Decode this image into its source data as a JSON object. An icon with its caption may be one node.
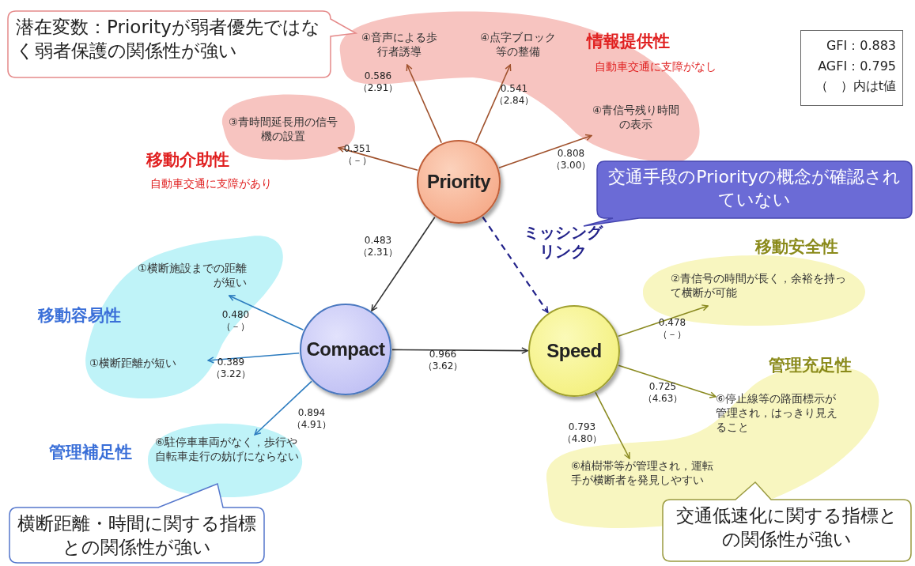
{
  "diagram": {
    "nodes": [
      {
        "text": [
          "潜在変数：Priorityが弱者優先ではなく弱者保護の関係性が強い"
        ]
      },
      {
        "text": [],
        "shape": "cloud",
        "beside": [
          "情報提供性",
          "自動車交通に支障がなし"
        ]
      },
      {
        "text": [
          "④音声による歩行者誘導"
        ],
        "in": 1
      },
      {
        "text": [
          "④点字ブロック等の整備"
        ],
        "in": 1
      },
      {
        "text": [
          "④青信号残り時間の表示"
        ],
        "in": 1
      },
      {
        "text": [
          "GFI：0.883",
          "AGFI：0.795",
          "（　）内はt値"
        ]
      },
      {
        "text": [],
        "shape": "cloud",
        "beside": [
          "移動介助性",
          "自動車交通に支障があり"
        ]
      },
      {
        "text": [
          "③青時間延長用の信号機の設置"
        ],
        "in": 6
      },
      {
        "text": [
          "Priority"
        ]
      },
      {
        "text": [
          "交通手段のPriorityの概念が確認されていない"
        ]
      },
      {
        "text": [],
        "shape": "cloud",
        "beside": [
          "移動容易性"
        ]
      },
      {
        "text": [
          "①横断施設までの距離が短い"
        ],
        "in": 10
      },
      {
        "text": [
          "①横断距離が短い"
        ],
        "in": 10
      },
      {
        "text": [
          "Compact"
        ]
      },
      {
        "text": [],
        "shape": "cloud",
        "beside": [
          "移動安全性"
        ]
      },
      {
        "text": [
          "②青信号の時間が長く，余裕を持って横断が可能"
        ],
        "in": 14
      },
      {
        "text": [
          "Speed"
        ]
      },
      {
        "text": [],
        "shape": "cloud",
        "beside": [
          "管理充足性"
        ]
      },
      {
        "text": [
          "⑥停止線等の路面標示が管理され，はっきり見えること"
        ],
        "in": 17
      },
      {
        "text": [
          "⑥植樹帯等が管理され，運転手が横断者を発見しやすい"
        ],
        "in": 17
      },
      {
        "text": [],
        "shape": "cloud",
        "beside": [
          "管理補足性"
        ]
      },
      {
        "text": [
          "⑥駐停車車両がなく，歩行や自転車走行の妨げにならない"
        ],
        "in": 20
      },
      {
        "text": [
          "横断距離・時間に関する指標との関係性が強い"
        ]
      },
      {
        "text": [
          "交通低速化に関する指標との関係性が強い"
        ]
      }
    ],
    "edges": [
      {
        "from": 8,
        "to": 2,
        "arrow": "to",
        "label": "0.586 （2.91）",
        "color": "#a0522d"
      },
      {
        "from": 8,
        "to": 3,
        "arrow": "to",
        "label": "0.541 （2.84）",
        "color": "#a0522d"
      },
      {
        "from": 8,
        "to": 4,
        "arrow": "to",
        "label": "0.808 （3.00）",
        "color": "#a0522d"
      },
      {
        "from": 8,
        "to": 7,
        "arrow": "to",
        "label": "0.351 （－）",
        "color": "#a0522d"
      },
      {
        "from": 8,
        "to": 13,
        "arrow": "to",
        "label": "0.483 （2.31）",
        "color": "#333333"
      },
      {
        "from": 8,
        "to": 16,
        "arrow": "to",
        "label": "ミッシングリンク",
        "style": "dashed",
        "color": "#22228a"
      },
      {
        "from": 13,
        "to": 11,
        "arrow": "to",
        "label": "0.480 （－）",
        "color": "#2b7bbf"
      },
      {
        "from": 13,
        "to": 12,
        "arrow": "to",
        "label": "0.389 （3.22）",
        "color": "#2b7bbf"
      },
      {
        "from": 13,
        "to": 21,
        "arrow": "to",
        "label": "0.894 （4.91）",
        "color": "#2b7bbf"
      },
      {
        "from": 13,
        "to": 16,
        "arrow": "to",
        "label": "0.966 （3.62）",
        "color": "#333333"
      },
      {
        "from": 16,
        "to": 15,
        "arrow": "to",
        "label": "0.478 （－）",
        "color": "#8a8a20"
      },
      {
        "from": 16,
        "to": 18,
        "arrow": "to",
        "label": "0.725 （4.63）",
        "color": "#8a8a20"
      },
      {
        "from": 16,
        "to": 19,
        "arrow": "to",
        "label": "0.793 （4.80）",
        "color": "#8a8a20"
      }
    ]
  }
}
